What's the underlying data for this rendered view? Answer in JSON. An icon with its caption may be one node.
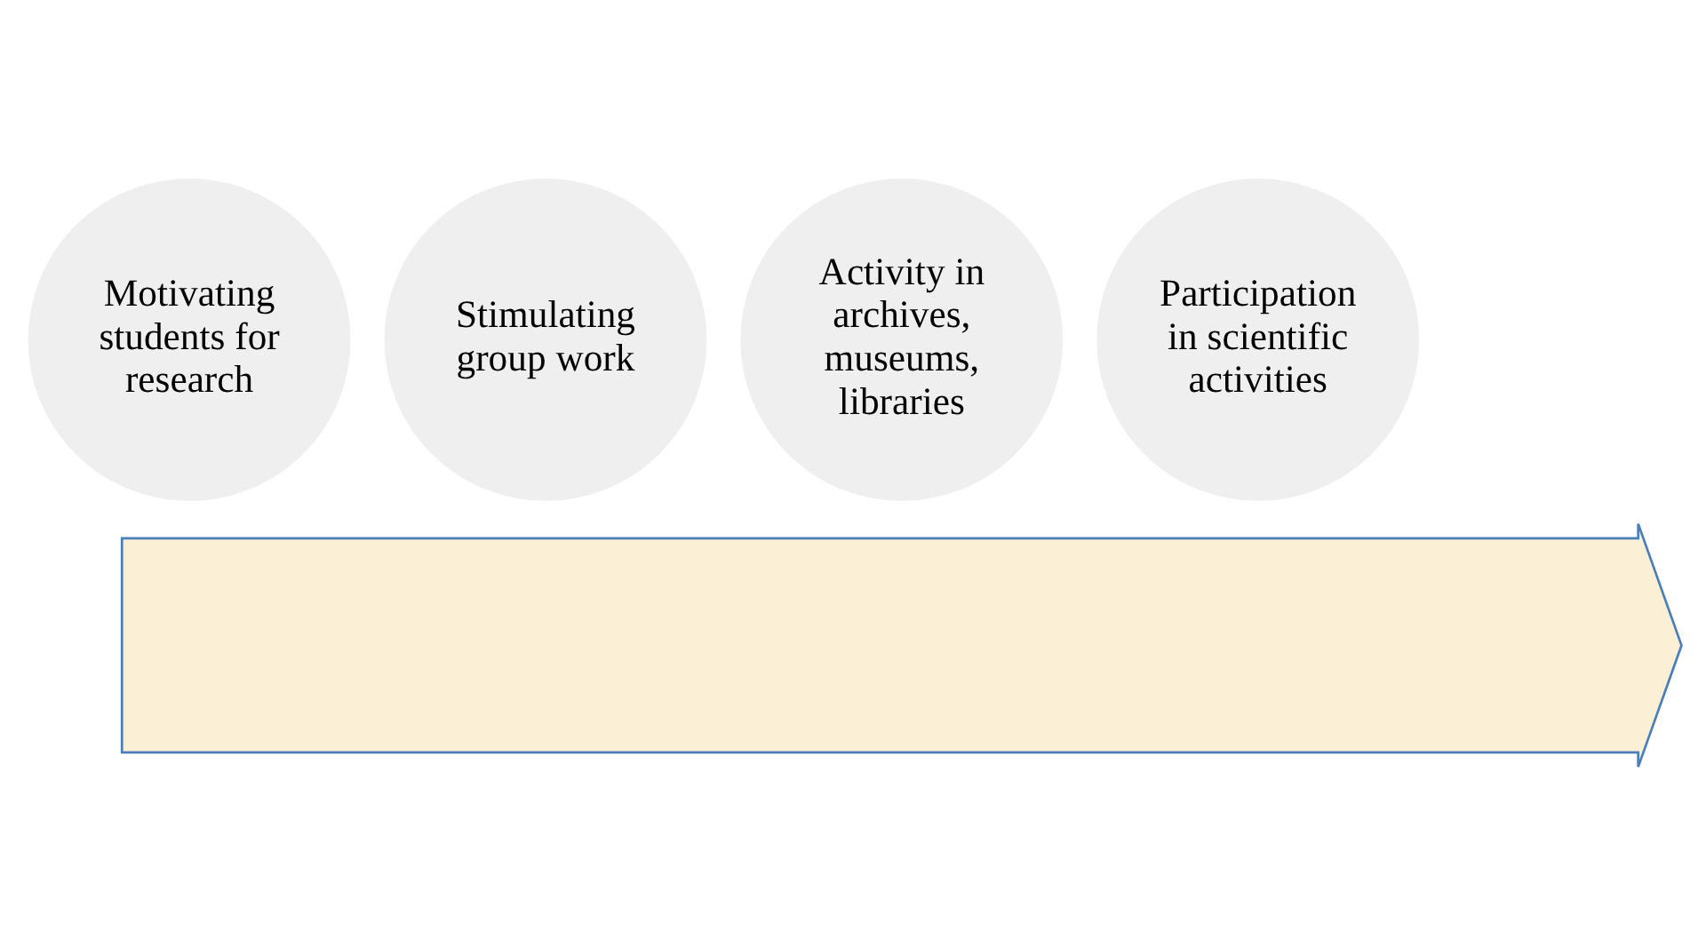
{
  "diagram": {
    "nodes": [
      {
        "text": [],
        "shape": "arrow"
      },
      {
        "text": [
          "Motivating students for research"
        ]
      },
      {
        "text": [
          "Stimulating group work"
        ]
      },
      {
        "text": [
          "Activity in archives, museums, libraries"
        ]
      },
      {
        "text": [
          "Participation in scientific activities"
        ]
      }
    ]
  }
}
